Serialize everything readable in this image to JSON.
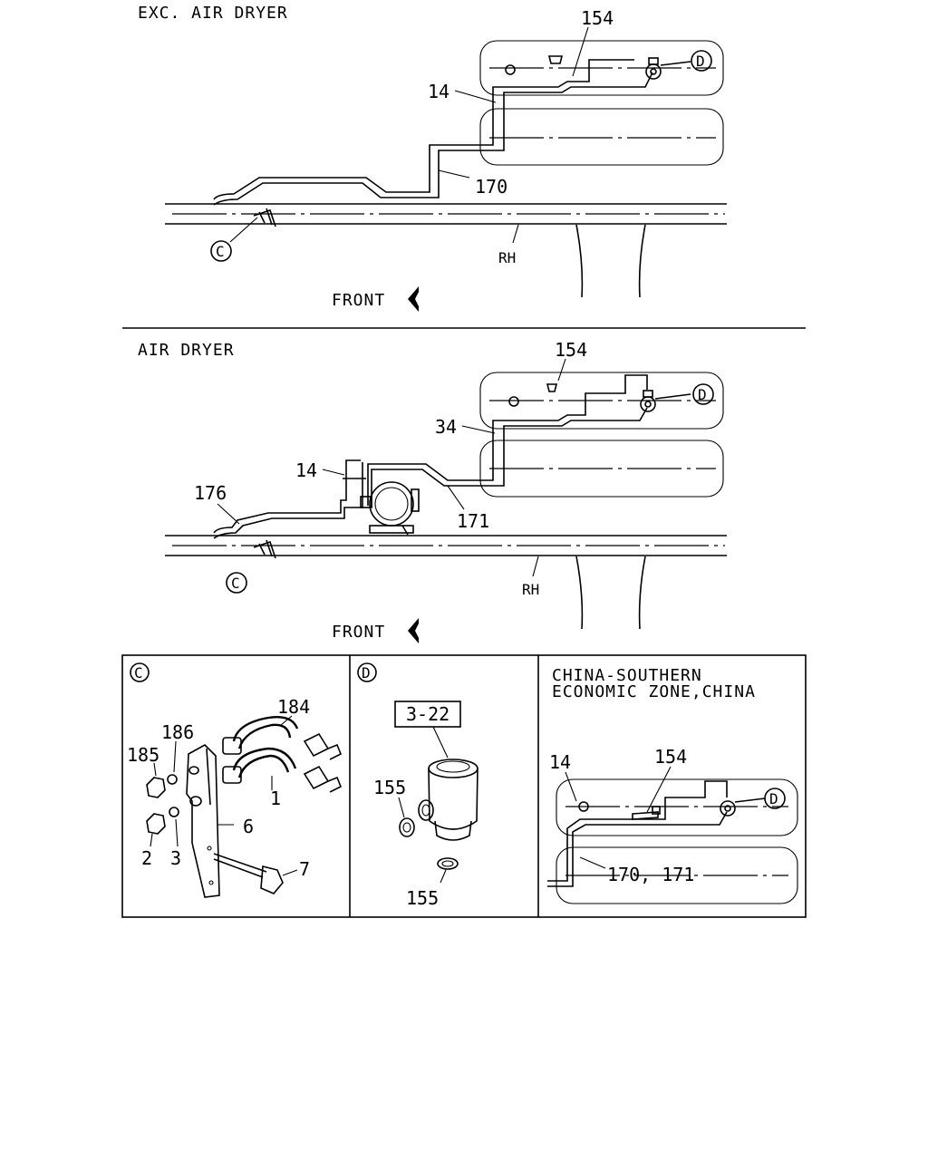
{
  "top_section": {
    "title": "EXC. AIR DRYER",
    "callouts": {
      "c154": "154",
      "c14": "14",
      "c170": "170",
      "rh": "RH",
      "front": "FRONT",
      "c": "C",
      "d": "D"
    }
  },
  "middle_section": {
    "title": "AIR DRYER",
    "callouts": {
      "c154": "154",
      "c34": "34",
      "c14": "14",
      "c176": "176",
      "c171": "171",
      "rh": "RH",
      "front": "FRONT",
      "c": "C",
      "d": "D"
    }
  },
  "detail_c": {
    "badge": "C",
    "callouts": {
      "c184": "184",
      "c186": "186",
      "c185": "185",
      "c1": "1",
      "c6": "6",
      "c2": "2",
      "c3": "3",
      "c7": "7"
    }
  },
  "detail_d": {
    "badge": "D",
    "ref_box": "3-22",
    "callouts": {
      "c155a": "155",
      "c155b": "155"
    }
  },
  "detail_china": {
    "title_line1": "CHINA-SOUTHERN",
    "title_line2": "ECONOMIC ZONE,CHINA",
    "callouts": {
      "c14": "14",
      "c154": "154",
      "c170_171": "170, 171",
      "d": "D"
    }
  },
  "icons": [
    "front-arrow-icon",
    "circle-c-icon",
    "circle-d-icon"
  ]
}
